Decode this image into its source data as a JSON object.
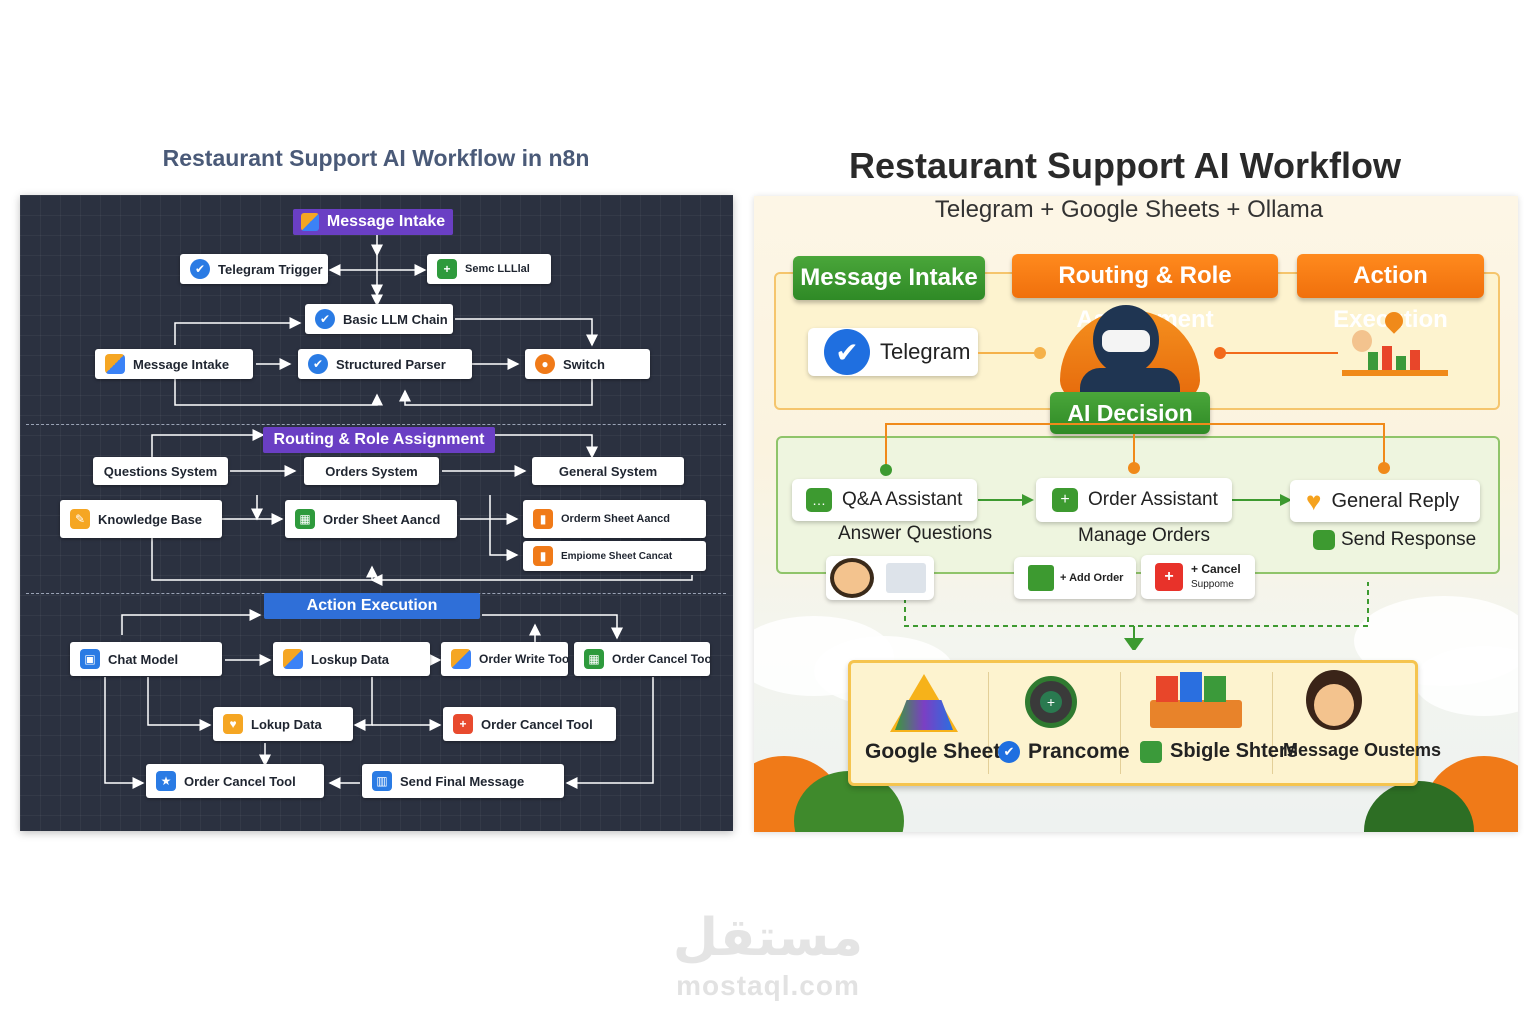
{
  "left": {
    "title": "Restaurant Support AI Workflow in n8n",
    "sections": {
      "intake": "Message Intake",
      "routing": "Routing & Role Assignment",
      "action": "Action Execution"
    },
    "nodes": {
      "telegram_trigger": "Telegram Trigger",
      "semc_llm": "Semc LLLlal",
      "basic_llm_chain": "Basic LLM Chain",
      "message_intake": "Message Intake",
      "structured_parser": "Structured Parser",
      "switch": "Switch",
      "questions_system": "Questions System",
      "orders_system": "Orders System",
      "general_system": "General System",
      "knowledge_base": "Knowledge Base",
      "order_sheet_ancd": "Order Sheet Aancd",
      "orderm_sheet_ancd": "Orderm Sheet Aancd",
      "empiome_sheet": "Empiome Sheet Cancat",
      "chat_model": "Chat Model",
      "loskup_data": "Loskup Data",
      "order_write_tool": "Order Write Tool",
      "order_cancel_tool_a": "Order Cancel Tool",
      "lokup_data": "Lokup Data",
      "order_cancel_tool_b": "Order Cancel Tool",
      "order_cancel_tool_c": "Order Cancel Tool",
      "send_final_message": "Send Final Message"
    }
  },
  "right": {
    "title": "Restaurant Support AI Workflow",
    "subtitle": "Telegram + Google Sheets + Ollama",
    "headers": {
      "intake": "Message Intake",
      "routing": "Routing & Role Assignment",
      "action": "Action Execution",
      "decision": "AI Decision"
    },
    "telegram": "Telegram",
    "assistants": {
      "qa_title": "Q&A Assistant",
      "qa_sub": "Answer Questions",
      "order_title": "Order Assistant",
      "order_sub": "Manage Orders",
      "general_title": "General Reply",
      "general_sub": "Send Response"
    },
    "mini": {
      "add_order": "+ Add Order",
      "cancel_line1": "+ Cancel",
      "cancel_line2": "Suppome"
    },
    "tools": {
      "google_sheet": "Google Sheet",
      "prancome": "Prancome",
      "single_shters": "Sbigle Shters",
      "message_oustems": "Message Oustems"
    }
  },
  "watermark": {
    "arabic": "مستقل",
    "latin": "mostaql.com"
  },
  "colors": {
    "left_bg": "#2b3140",
    "purple": "#6a3fc4",
    "blue": "#2f6fd8",
    "green": "#3a9a2e",
    "orange": "#f57c12"
  }
}
